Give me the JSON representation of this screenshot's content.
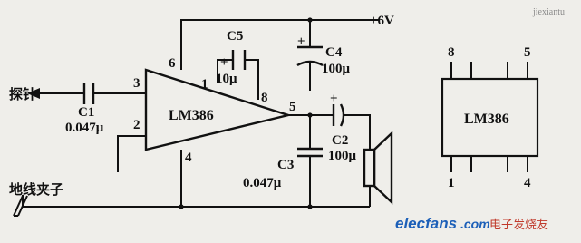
{
  "supply": {
    "label": "+6V"
  },
  "probe": {
    "label": "探针"
  },
  "ground_clip": {
    "label": "地线夹子"
  },
  "amplifier": {
    "name": "LM386",
    "pins": {
      "p1": "1",
      "p2": "2",
      "p3": "3",
      "p4": "4",
      "p5": "5",
      "p6": "6",
      "p8": "8"
    }
  },
  "components": {
    "c1": {
      "ref": "C1",
      "value": "0.047μ"
    },
    "c2": {
      "ref": "C2",
      "value": "100μ"
    },
    "c3": {
      "ref": "C3",
      "value": "0.047μ"
    },
    "c4": {
      "ref": "C4",
      "value": "100μ"
    },
    "c5": {
      "ref": "C5",
      "value": "10μ"
    },
    "plus": "+"
  },
  "package": {
    "name": "LM386",
    "pins": {
      "top_left": "8",
      "top_right": "5",
      "bottom_left": "1",
      "bottom_right": "4"
    }
  },
  "watermark": {
    "brand": "elecfans",
    "domain": ".com",
    "suffix": "电子发烧友",
    "site": "jiexiantu"
  },
  "colors": {
    "ink": "#111111",
    "paper": "#efeeea",
    "watermark": "#1c5fb8"
  }
}
